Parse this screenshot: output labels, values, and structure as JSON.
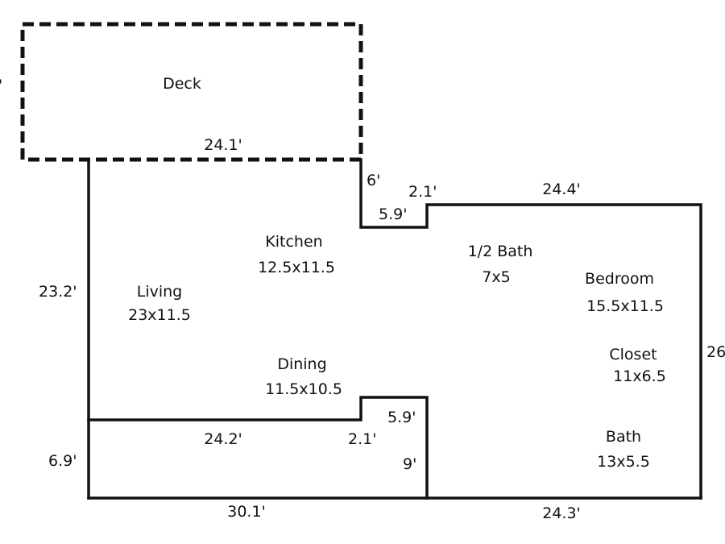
{
  "rooms": {
    "deck": "Deck",
    "kitchen": {
      "name": "Kitchen",
      "size": "12.5x11.5"
    },
    "living": {
      "name": "Living",
      "size": "23x11.5"
    },
    "dining": {
      "name": "Dining",
      "size": "11.5x10.5"
    },
    "half_bath": {
      "name": "1/2 Bath",
      "size": "7x5"
    },
    "bedroom": {
      "name": "Bedroom",
      "size": "15.5x11.5"
    },
    "closet": {
      "name": "Closet",
      "size": "11x6.5"
    },
    "bath": {
      "name": "Bath",
      "size": "13x5.5"
    }
  },
  "dimensions": {
    "deck_left_partial": "'",
    "deck_width": "24.1'",
    "notch_top_depth": "6'",
    "notch_top_step": "2.1'",
    "notch_top_width": "5.9'",
    "bedroom_top": "24.4'",
    "living_height": "23.2'",
    "right_height_partial": "26",
    "dining_bottom": "24.2'",
    "notch_bottom_width": "5.9'",
    "notch_bottom_step": "2.1'",
    "notch_bottom_depth": "9'",
    "lower_left_height": "6.9'",
    "bottom_left": "30.1'",
    "bottom_right": "24.3'"
  },
  "colors": {
    "line": "#111111",
    "background": "#ffffff"
  }
}
